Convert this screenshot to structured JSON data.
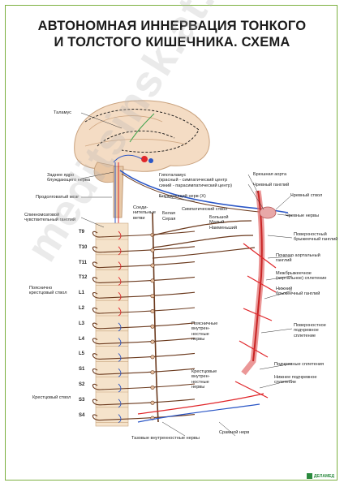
{
  "title_line1": "АВТОНОМНАЯ ИННЕРВАЦИЯ ТОНКОГО",
  "title_line2": "И ТОЛСТОГО КИШЕЧНИКА. СХЕМА",
  "labels": {
    "talamus": "Таламус",
    "vagus_nucleus": "Заднее ядро\nблуждающего нерва",
    "hypothalamus": "Гипоталамус\n(красный - симпатический центр\nсиний - парасимпатический центр)",
    "medulla": "Продолговатый мозг",
    "vagus_nerve": "Блуждающий нерв (X)",
    "spinal_ganglion": "Спинномозговой\nчувствительный ганглий",
    "connecting_branches": "Соеди-\nнительные\nветви",
    "white": "Белая",
    "gray": "Серая",
    "sympathetic_trunk": "Симпатический ствол",
    "abdominal_aorta": "Брюшная аорта",
    "celiac_ganglion": "Чревный ганглий",
    "celiac_trunk": "Чревный ствол",
    "celiac_nerves": "Чревные нервы",
    "splanchnic": "Большой\nМалый\nНаименьший",
    "sup_mesenteric_ganglion": "Поверхностный\nбрыжеечный ганглий",
    "aortorenal_ganglion": "Почечно аортальный\nганглий",
    "intermesenteric_plexus": "Межбрыжеечное\n(аортальное) сплетение",
    "inf_mesenteric_ganglion": "Нижний\nбрыжеечный ганглий",
    "lumbosacral_trunk": "Пояснично\nкрестцовый ствол",
    "lumbar_nerves": "Поясничные\nвнутрен-\nностные\nнервы",
    "sup_hypogastric_plexus": "Поверхностное\nподчревное\nсплетение",
    "hypogastric_plexuses": "Подчревные сплетения",
    "inf_hypogastric_plexus": "Нижнее подчревное\nсплетение",
    "sacral_nerves": "Крестцовые\nвнутрен-\nностные\nнервы",
    "sacral_trunk": "Крестцовый ствол",
    "pelvic_nerves": "Тазовые внутренностные нервы",
    "pudendal_nerve": "Срамной нерв"
  },
  "vertebrae": [
    "T9",
    "T10",
    "T11",
    "T12",
    "L1",
    "L2",
    "L3",
    "L4",
    "L5",
    "S1",
    "S2",
    "S3",
    "S4"
  ],
  "watermark": "meditsinsk.at.ru",
  "logo_text": "ДЕЛАМЕД",
  "colors": {
    "border": "#7db041",
    "sympathetic": "#e0262a",
    "parasympathetic": "#2a56c6",
    "nerve": "#6b3a1e",
    "bone": "#f1dcc0"
  }
}
